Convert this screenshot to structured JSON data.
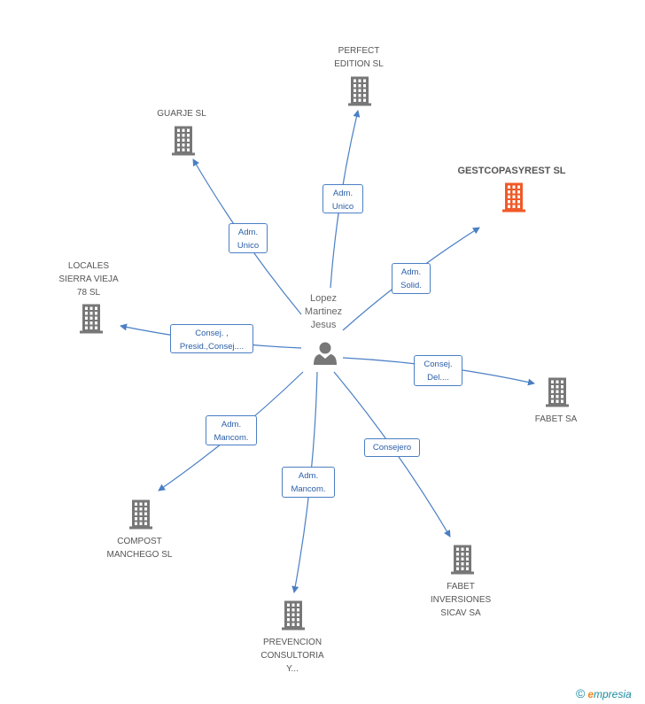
{
  "center": {
    "name_lines": [
      "Lopez",
      "Martinez",
      "Jesus"
    ],
    "icon": "person-icon"
  },
  "colors": {
    "edge": "#4a7fc4",
    "building": "#777777",
    "highlight_building": "#f05a28",
    "label_text": "#2a5ea8"
  },
  "nodes": [
    {
      "id": "perfect",
      "lines": [
        "PERFECT",
        "EDITION SL"
      ],
      "role": [
        "Adm.",
        "Unico"
      ],
      "highlight": false
    },
    {
      "id": "guarje",
      "lines": [
        "GUARJE  SL"
      ],
      "role": [
        "Adm.",
        "Unico"
      ],
      "highlight": false
    },
    {
      "id": "gestcopasyrest",
      "lines": [
        "GESTCOPASYREST SL"
      ],
      "role": [
        "Adm.",
        "Solid."
      ],
      "highlight": true
    },
    {
      "id": "locales",
      "lines": [
        "LOCALES",
        "SIERRA VIEJA",
        "78 SL"
      ],
      "role": [
        "Consej. ,",
        "Presid.,Consej...."
      ],
      "highlight": false
    },
    {
      "id": "fabet",
      "lines": [
        "FABET SA"
      ],
      "role": [
        "Consej.",
        "Del...."
      ],
      "highlight": false
    },
    {
      "id": "compost",
      "lines": [
        "COMPOST",
        "MANCHEGO SL"
      ],
      "role": [
        "Adm.",
        "Mancom."
      ],
      "highlight": false
    },
    {
      "id": "prevencion",
      "lines": [
        "PREVENCION",
        "CONSULTORIA",
        "Y..."
      ],
      "role": [
        "Adm.",
        "Mancom."
      ],
      "highlight": false
    },
    {
      "id": "fabet-inversiones",
      "lines": [
        "FABET",
        "INVERSIONES",
        "SICAV SA"
      ],
      "role": [
        "Consejero"
      ],
      "highlight": false
    }
  ],
  "footer": {
    "copyright": "©",
    "brand_initial": "e",
    "brand_rest": "mpresia"
  }
}
